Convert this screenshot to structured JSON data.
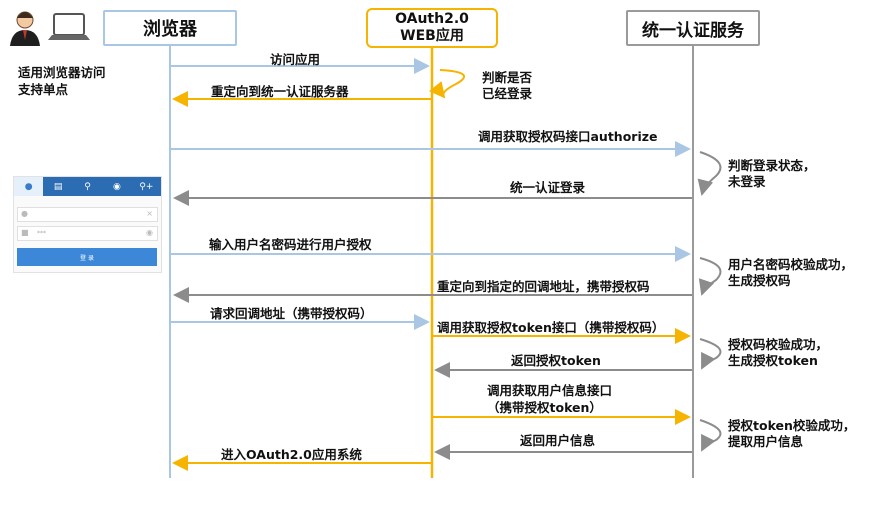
{
  "actors": {
    "browser": "浏览器",
    "app_line1": "OAuth2.0",
    "app_line2": "WEB应用",
    "auth": "统一认证服务"
  },
  "left_note": [
    "适用浏览器访问",
    "支持单点"
  ],
  "messages": [
    "访问应用",
    "重定向到统一认证服务器",
    "调用获取授权码接口authorize",
    "统一认证登录",
    "输入用户名密码进行用户授权",
    "重定向到指定的回调地址，携带授权码",
    "请求回调地址（携带授权码）",
    "调用获取授权token接口（携带授权码）",
    "返回授权token",
    "调用获取用户信息接口",
    "（携带授权token）",
    "返回用户信息",
    "进入OAuth2.0应用系统"
  ],
  "self_notes": {
    "app_check": [
      "判断是否",
      "已经登录"
    ],
    "login_state": [
      "判断登录状态，",
      "未登录"
    ],
    "pwd_ok": [
      "用户名密码校验成功，",
      "生成授权码"
    ],
    "code_ok": [
      "授权码校验成功，",
      "生成授权token"
    ],
    "token_ok": [
      "授权token校验成功，",
      "提取用户信息"
    ]
  },
  "login_widget": {
    "username_placeholder": "",
    "password_placeholder": "***",
    "button_label": "登 录"
  },
  "colors": {
    "browser_line": "#a9c6e4",
    "app_line": "#f6b400",
    "auth_line": "#9a9a9a",
    "browser_arrow": "#a9c6e4",
    "app_arrow": "#f6b400",
    "auth_arrow": "#8c8c8c"
  }
}
